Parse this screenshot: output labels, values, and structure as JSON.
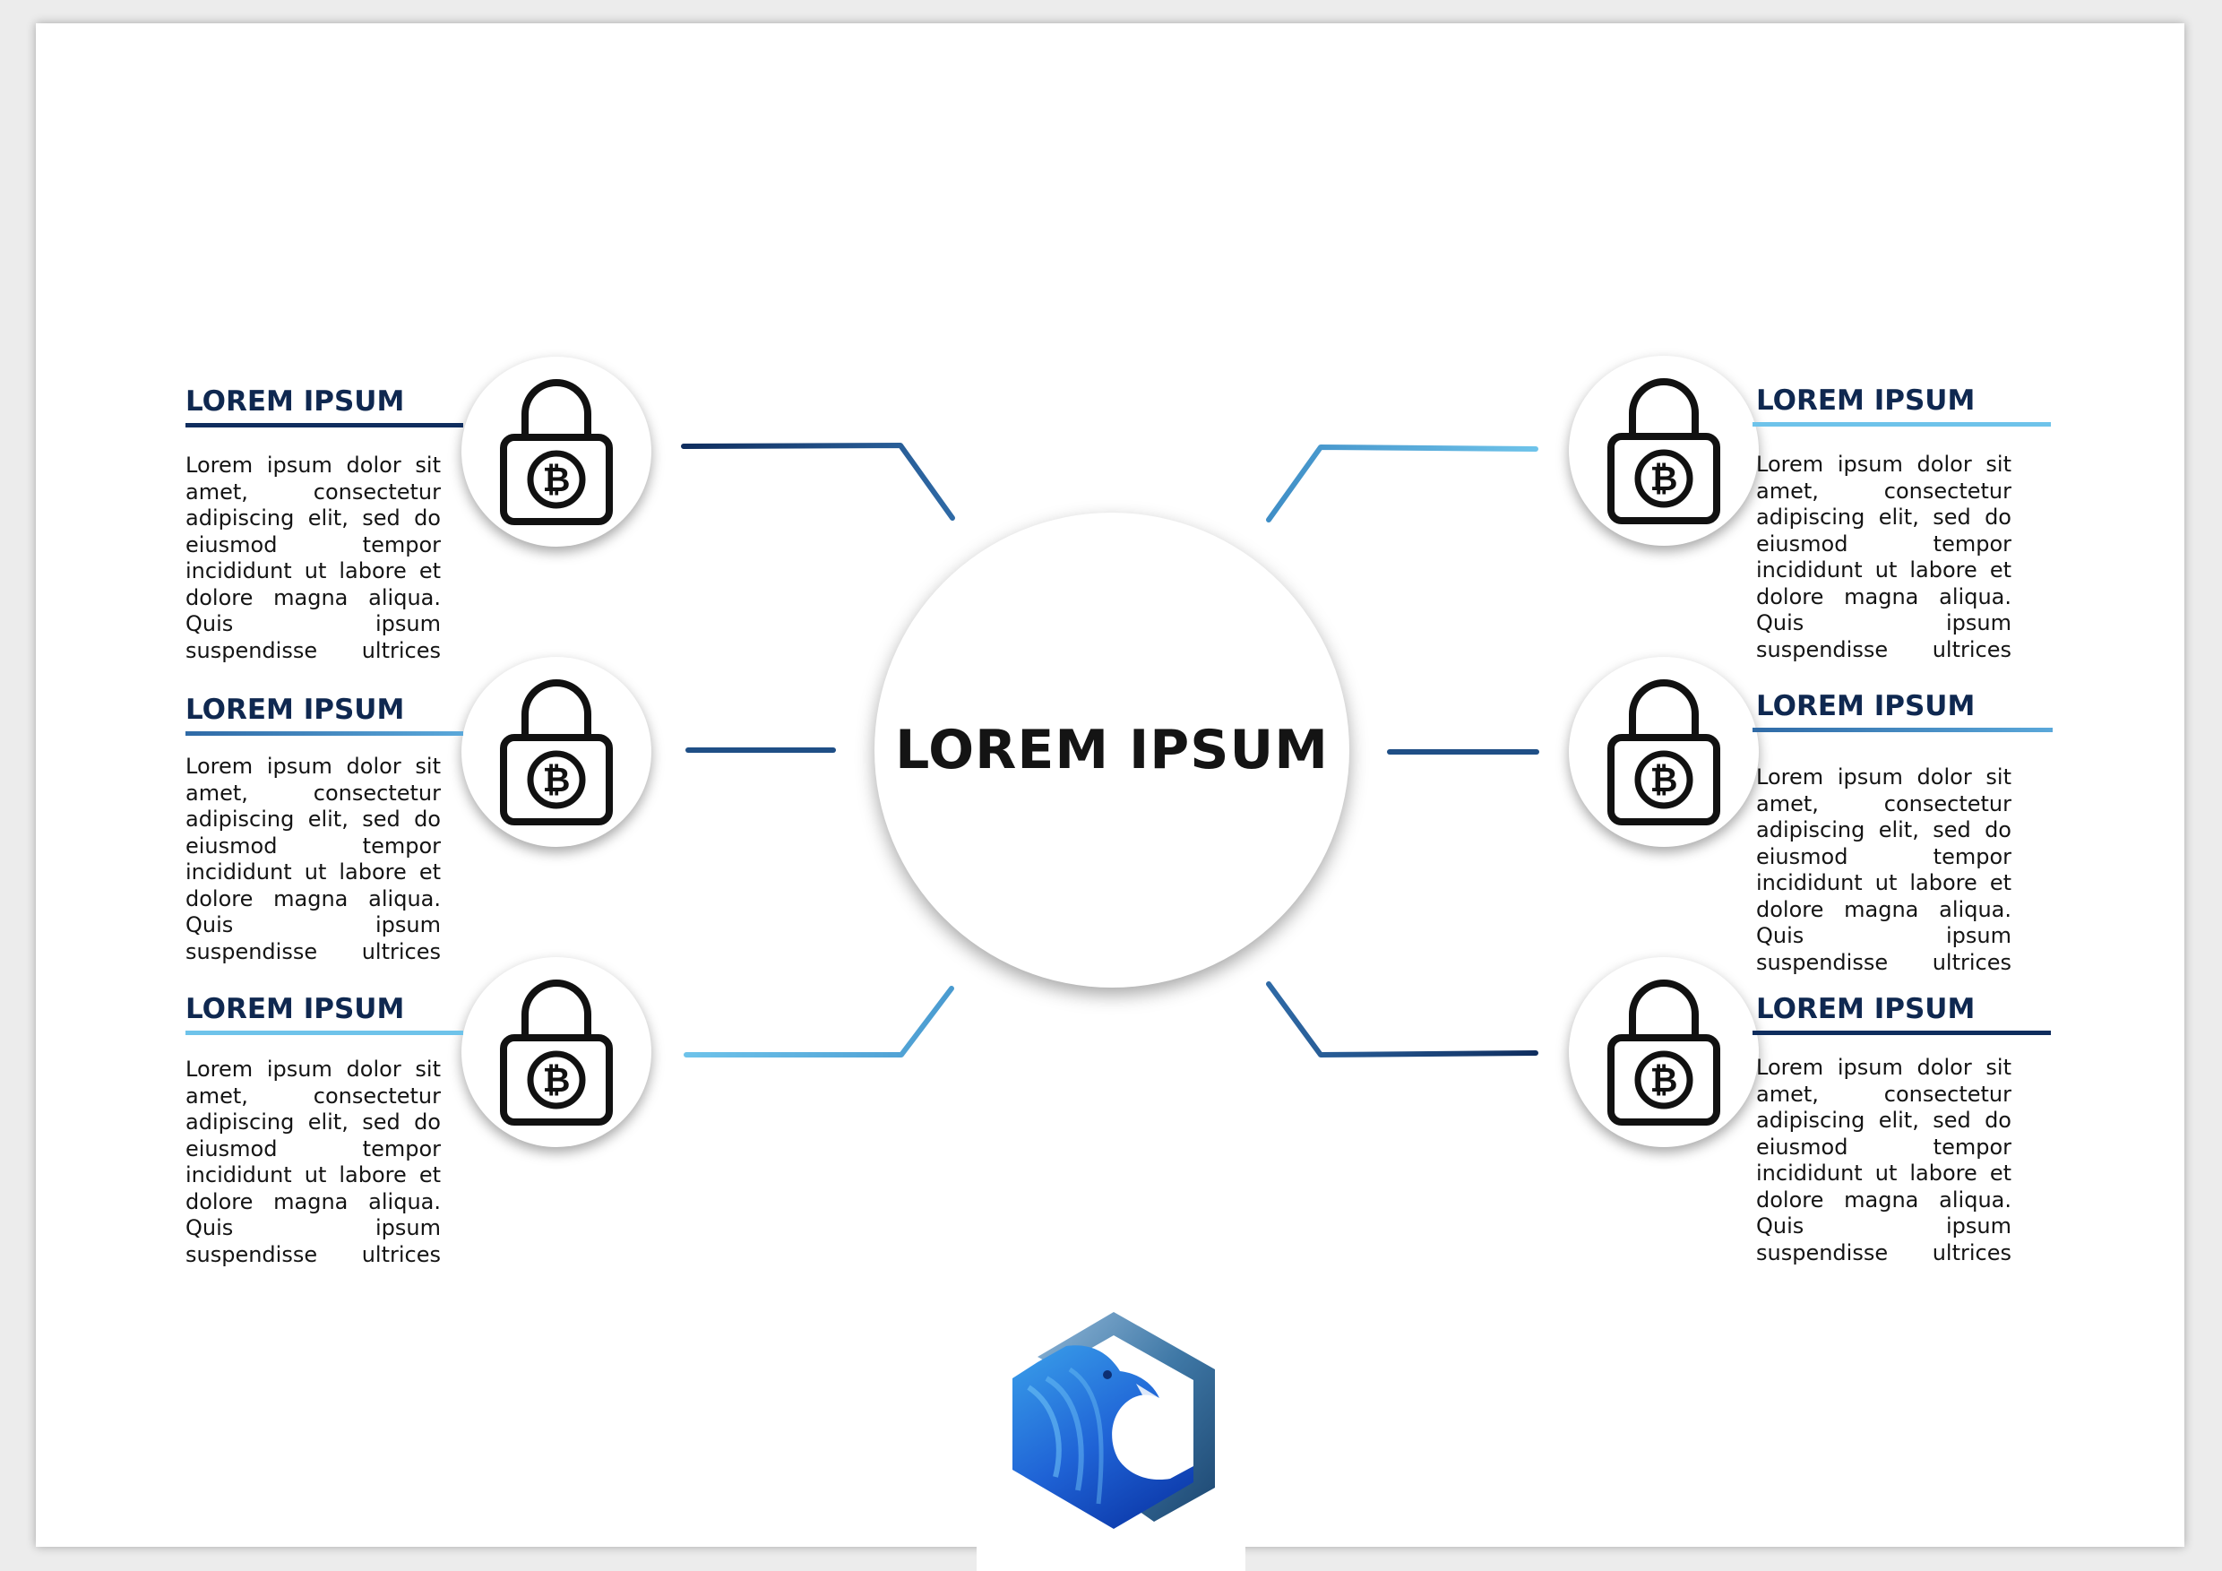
{
  "center": {
    "title": "LOREM IPSUM"
  },
  "items": [
    {
      "title": "LOREM IPSUM",
      "body": "Lorem ipsum dolor sit amet, consectetur adipiscing elit, sed do eiusmod tempor incididunt ut labore et dolore magna aliqua. Quis ipsum suspendisse ultrices",
      "side": "left",
      "rule_color": "#0f2d5e"
    },
    {
      "title": "LOREM IPSUM",
      "body": "Lorem ipsum dolor sit amet, consectetur adipiscing elit, sed do eiusmod tempor incididunt ut labore et dolore magna aliqua. Quis ipsum suspendisse ultrices",
      "side": "left",
      "rule_color": "#3f7fba"
    },
    {
      "title": "LOREM IPSUM",
      "body": "Lorem ipsum dolor sit amet, consectetur adipiscing elit, sed do eiusmod tempor incididunt ut labore et dolore magna aliqua. Quis ipsum suspendisse ultrices",
      "side": "left",
      "rule_color": "#6ec3ea"
    },
    {
      "title": "LOREM IPSUM",
      "body": "Lorem ipsum dolor sit amet, consectetur adipiscing elit, sed do eiusmod tempor incididunt ut labore et dolore magna aliqua. Quis ipsum suspendisse ultrices",
      "side": "right",
      "rule_color": "#6ec3ea"
    },
    {
      "title": "LOREM IPSUM",
      "body": "Lorem ipsum dolor sit amet, consectetur adipiscing elit, sed do eiusmod tempor incididunt ut labore et dolore magna aliqua. Quis ipsum suspendisse ultrices",
      "side": "right",
      "rule_color": "#3f7fba"
    },
    {
      "title": "LOREM IPSUM",
      "body": "Lorem ipsum dolor sit amet, consectetur adipiscing elit, sed do eiusmod tempor incididunt ut labore et dolore magna aliqua. Quis ipsum suspendisse ultrices",
      "side": "right",
      "rule_color": "#0f2d5e"
    }
  ],
  "node_icon": "bitcoin-padlock-icon",
  "logo": {
    "icon": "eagle-hexagon-logo"
  },
  "colors": {
    "dark_navy": "#0f2d5e",
    "mid_blue": "#2f6aa6",
    "light_blue": "#6ec3ea",
    "text": "#141414"
  }
}
